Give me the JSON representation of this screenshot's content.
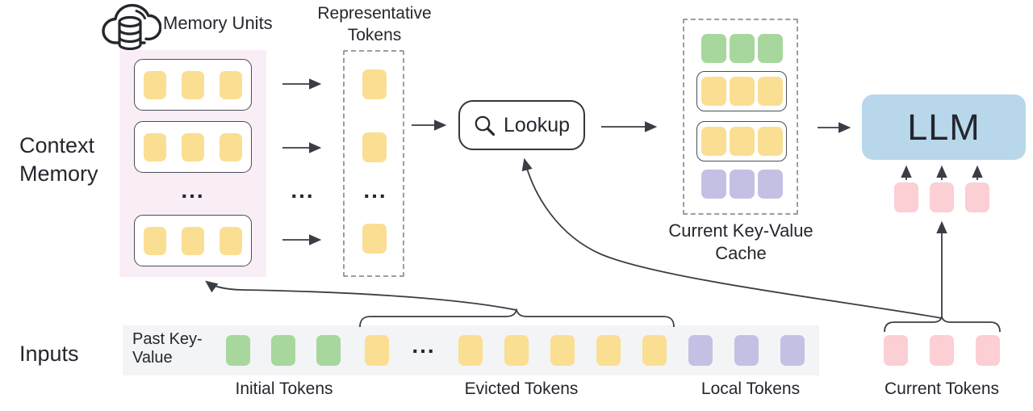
{
  "labels": {
    "context_memory": "Context Memory",
    "memory_units": "Memory Units",
    "representative_tokens": "Representative Tokens",
    "lookup": "Lookup",
    "current_kv_cache": "Current Key-Value Cache",
    "llm": "LLM",
    "inputs": "Inputs",
    "past_key_value": "Past Key-Value",
    "initial_tokens": "Initial Tokens",
    "evicted_tokens": "Evicted Tokens",
    "local_tokens": "Local Tokens",
    "current_tokens": "Current Tokens",
    "ellipsis": "..."
  },
  "icons": {
    "memory_units": "cloud-database-icon",
    "lookup": "magnifier-icon"
  },
  "colors": {
    "yellow": "#FADE92",
    "green": "#A7D79D",
    "purple": "#C4C0E4",
    "pink": "#FBCFD4",
    "llm_blue": "#B8D7EA",
    "memory_box_pink": "#F9EDF6",
    "input_bar_gray": "#F3F4F6",
    "line": "#3A3D45"
  },
  "context_memory": {
    "rows": [
      {
        "name": "memory-unit-tokens",
        "color": "yellow",
        "count": 3
      },
      {
        "name": "memory-unit-tokens",
        "color": "yellow",
        "count": 3
      },
      {
        "name": "memory-unit-tokens",
        "color": "yellow",
        "count": 3
      }
    ]
  },
  "representative": {
    "tokens": [
      {
        "name": "representative-token",
        "color": "yellow",
        "count": 1
      },
      {
        "name": "representative-token",
        "color": "yellow",
        "count": 1
      },
      {
        "name": "representative-token",
        "color": "yellow",
        "count": 1
      }
    ]
  },
  "cache": {
    "rows": [
      {
        "name": "cache-initial-tokens",
        "color": "green",
        "count": 3,
        "boxed": false
      },
      {
        "name": "cache-memory-unit",
        "color": "yellow",
        "count": 3,
        "boxed": true
      },
      {
        "name": "cache-memory-unit",
        "color": "yellow",
        "count": 3,
        "boxed": true
      },
      {
        "name": "cache-local-tokens",
        "color": "purple",
        "count": 3,
        "boxed": false
      }
    ]
  },
  "llm_inputs": {
    "name": "llm-input-token",
    "color": "pink",
    "count": 3
  },
  "input_bar": {
    "initial_group": {
      "name": "initial-token",
      "color": "green",
      "count": 3
    },
    "evicted_first": {
      "name": "evicted-token",
      "color": "yellow",
      "count": 1
    },
    "evicted_group": {
      "name": "evicted-token",
      "color": "yellow",
      "count": 5
    },
    "local_group": {
      "name": "local-token",
      "color": "purple",
      "count": 3
    },
    "current_group": {
      "name": "current-token",
      "color": "pink",
      "count": 3
    }
  }
}
